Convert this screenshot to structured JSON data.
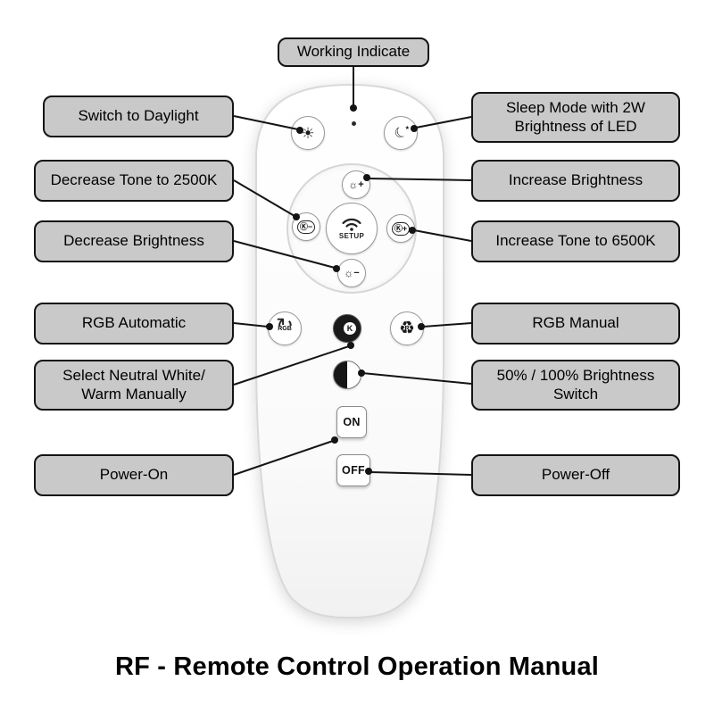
{
  "title": "RF - Remote Control Operation Manual",
  "labels": {
    "working_indicate": "Working Indicate",
    "switch_to_daylight": "Switch to Daylight",
    "decrease_tone": "Decrease Tone to 2500K",
    "decrease_brightness": "Decrease Brightness",
    "rgb_automatic": "RGB Automatic",
    "select_neutral": "Select Neutral White/ Warm Manually",
    "power_on": "Power-On",
    "sleep_mode": "Sleep Mode with 2W Brightness of LED",
    "increase_brightness": "Increase Brightness",
    "increase_tone": "Increase Tone to 6500K",
    "rgb_manual": "RGB Manual",
    "brightness_switch": "50% / 100% Brightness Switch",
    "power_off": "Power-Off"
  },
  "remote": {
    "setup_label": "SETUP",
    "on_label": "ON",
    "off_label": "OFF",
    "rgb_label": "RGB",
    "k_label": "K",
    "r_label": "R"
  },
  "icons": {
    "sun": "☀",
    "moon": "☾",
    "star": "★",
    "sun_small": "☼",
    "plus": "+",
    "minus": "−",
    "kelvin": "Ⓚ",
    "cycle_arrow": "↻",
    "recycle": "♻"
  },
  "colors": {
    "label_bg": "#c9c9c9",
    "label_border": "#141414",
    "line": "#141414",
    "remote_body": "#fafafa"
  }
}
